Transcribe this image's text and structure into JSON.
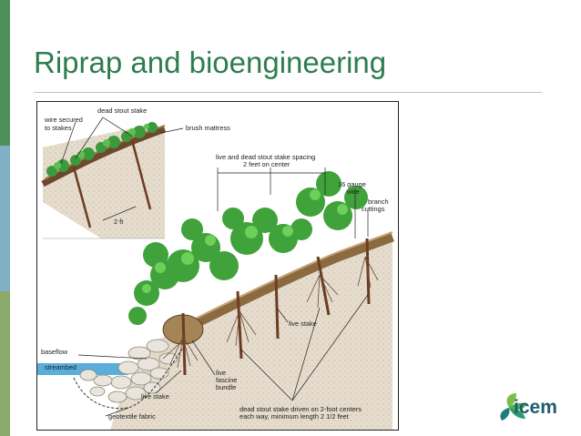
{
  "slide": {
    "title": "Riprap and bioengineering",
    "accent_colors": {
      "bar_top": "#4f8f5b",
      "bar_mid": "#7fb0c6",
      "bar_bottom": "#8aab6a",
      "title": "#2e7d4f"
    }
  },
  "diagram": {
    "labels": {
      "dead_stout_stake_top": "dead stout stake",
      "wire_secured_1": "wire secured",
      "wire_secured_2": "to stakes",
      "brush_mattress": "brush mattress",
      "spacing_1": "live and dead stout stake spacing",
      "spacing_2": "2 feet on center",
      "two_ft": "2 ft",
      "gauge_1": "16 gauge",
      "gauge_2": "wire",
      "branch_1": "branch",
      "branch_2": "cuttings",
      "live_stake_mid": "live stake",
      "baseflow": "baseflow",
      "streambed": "streambed",
      "fascine_1": "live",
      "fascine_2": "fascine",
      "fascine_3": "bundle",
      "live_stake_bottom": "live stake",
      "geotextile": "geotextile fabric",
      "dead_stake_1": "dead stout stake driven on 2-foot centers",
      "dead_stake_2": "each way, minimum length 2 1/2 feet"
    }
  },
  "logo": {
    "text": "icem",
    "icon": "leaf-icon"
  }
}
